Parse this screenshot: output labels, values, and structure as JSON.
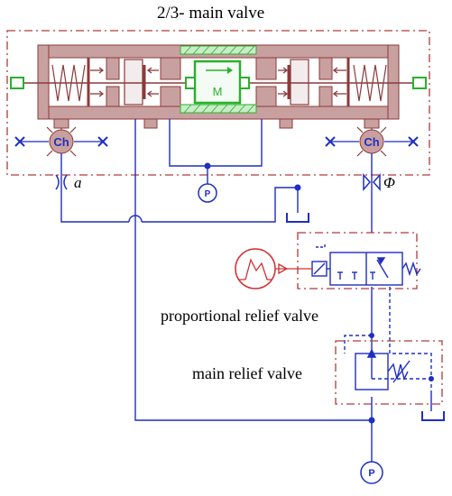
{
  "labels": {
    "title": "2/3- main valve",
    "orifice_a": "a",
    "orifice_phi": "Φ",
    "proportional_relief_valve": "proportional relief valve",
    "main_relief_valve": "main relief valve",
    "chamber_left": "Ch",
    "chamber_right": "Ch",
    "mass": "M",
    "pump_top": "P",
    "pump_bottom": "P"
  },
  "colors": {
    "valve_body": "#c9a0a0",
    "valve_dark": "#8b3a3a",
    "hydraulic_line": "#1f2fbf",
    "mass_green": "#2bb02b",
    "frame_dashed": "#b03a3a",
    "signal_red": "#d23030"
  },
  "icons": [
    "spring-icon",
    "chamber-icon",
    "mass-block-icon",
    "pump-icon",
    "tank-icon",
    "orifice-icon",
    "signal-generator-icon",
    "solenoid-icon"
  ]
}
